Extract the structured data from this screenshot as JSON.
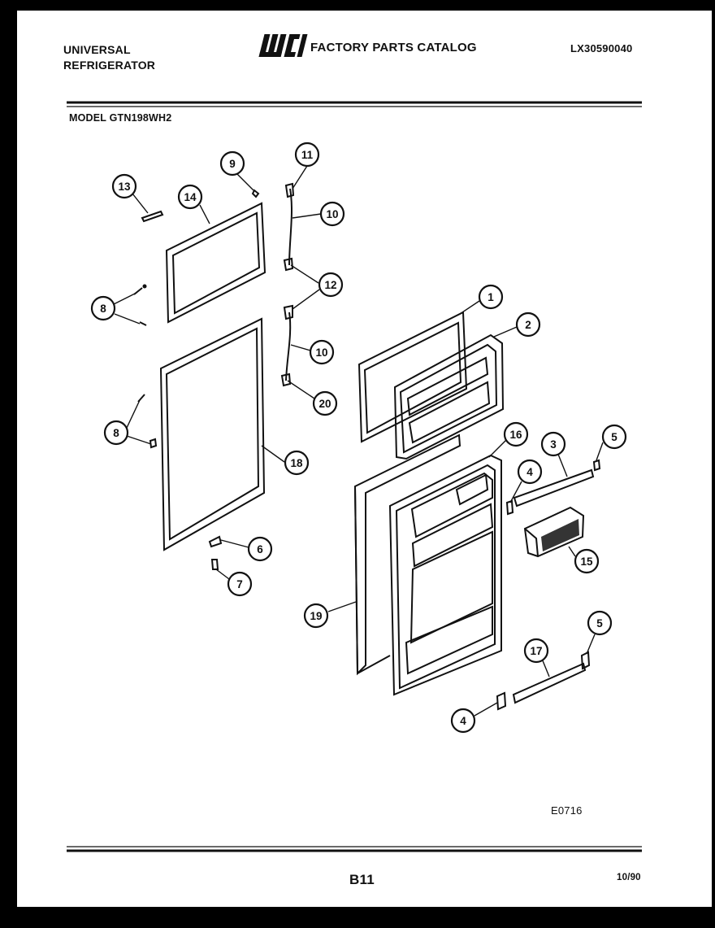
{
  "header": {
    "brand_line1": "UNIVERSAL",
    "brand_line2": "REFRIGERATOR",
    "logo_text": "WCI",
    "catalog_title": "FACTORY PARTS CATALOG",
    "catalog_number": "LX30590040",
    "model_line": "MODEL GTN198WH2"
  },
  "callouts": [
    "1",
    "2",
    "3",
    "4",
    "5",
    "6",
    "7",
    "8",
    "9",
    "10",
    "11",
    "12",
    "13",
    "14",
    "15",
    "16",
    "17",
    "18",
    "19",
    "20"
  ],
  "footer": {
    "figure_code": "E0716",
    "page_number": "B11",
    "date": "10/90"
  }
}
